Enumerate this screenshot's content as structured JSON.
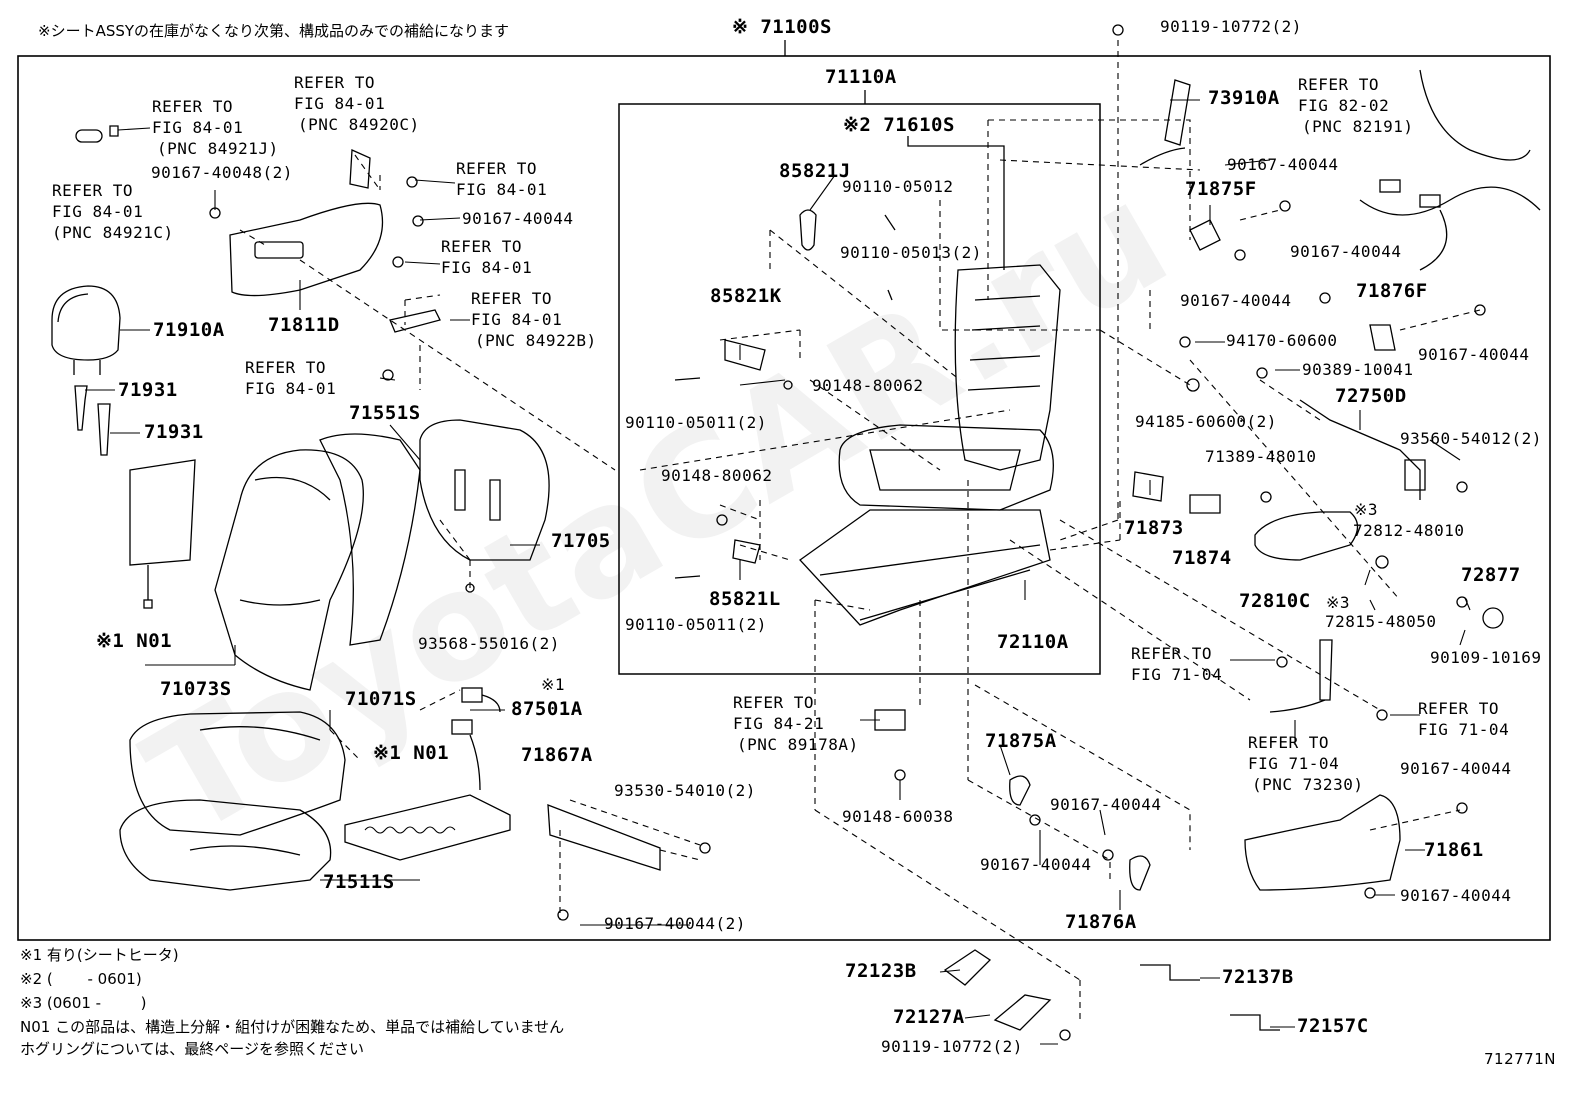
{
  "header": {
    "note": "※シートASSYの在庫がなくなり次第、構成品のみでの補給になります",
    "assembly": "※ 71100S"
  },
  "watermark": "ToyotaCAR.ru",
  "drawing_number": "712771N",
  "footnotes": [
    "※1 有り(シートヒータ)",
    "※2 (　　 - 0601)",
    "※3 (0601 - 　　 )",
    "N01 この部品は、構造上分解・組付けが困難なため、単品では補給していません",
    "ホグリングについては、最終ページを参照ください"
  ],
  "labels": {
    "ref_84921j": [
      "REFER TO",
      "FIG 84-01",
      "(PNC 84921J)"
    ],
    "ref_84920c": [
      "REFER TO",
      "FIG 84-01",
      "(PNC 84920C)"
    ],
    "ref_84921c": [
      "REFER TO",
      "FIG 84-01",
      "(PNC 84921C)"
    ],
    "ref_8401_a": [
      "REFER TO",
      "FIG 84-01"
    ],
    "ref_8401_b": [
      "REFER TO",
      "FIG 84-01"
    ],
    "ref_84922b": [
      "REFER TO",
      "FIG 84-01",
      "(PNC 84922B)"
    ],
    "ref_8401_c": [
      "REFER TO",
      "FIG 84-01"
    ],
    "ref_82191": [
      "REFER TO",
      "FIG 82-02",
      "(PNC 82191)"
    ],
    "ref_89178a": [
      "REFER TO",
      "FIG 84-21",
      "(PNC 89178A)"
    ],
    "ref_7104_a": [
      "REFER TO",
      "FIG 71-04"
    ],
    "ref_7104_b": [
      "REFER TO",
      "FIG 71-04"
    ],
    "ref_73230": [
      "REFER TO",
      "FIG 71-04",
      "(PNC 73230)"
    ],
    "p90167_40048": "90167-40048(2)",
    "p90167_40044_a": "90167-40044",
    "p71910a": "71910A",
    "p71811d": "71811D",
    "p71931_a": "71931",
    "p71931_b": "71931",
    "p71551s": "71551S",
    "p71705": "71705",
    "p93568": "93568-55016(2)",
    "p_n01_a": "※1 N01",
    "p71073s": "71073S",
    "p71071s": "71071S",
    "p87501a_mark": "※1",
    "p87501a": "87501A",
    "p_n01_b": "※1 N01",
    "p71511s": "71511S",
    "p71867a": "71867A",
    "p93530": "93530-54010(2)",
    "p90167_40044_2": "90167-40044(2)",
    "p71110a": "71110A",
    "p71610s": "※2 71610S",
    "p85821j": "85821J",
    "p90110_05012": "90110-05012",
    "p90110_05013": "90110-05013(2)",
    "p85821k": "85821K",
    "p90148_80062_a": "90148-80062",
    "p90110_05011_a": "90110-05011(2)",
    "p90148_80062_b": "90148-80062",
    "p85821l": "85821L",
    "p90110_05011_b": "90110-05011(2)",
    "p72110a": "72110A",
    "p90148_60038": "90148-60038",
    "p90119_top": "90119-10772(2)",
    "p73910a": "73910A",
    "p90167_r1": "90167-40044",
    "p71875f": "71875F",
    "p90167_r2": "90167-40044",
    "p90167_r3": "90167-40044",
    "p71876f": "71876F",
    "p90167_r4": "90167-40044",
    "p94170": "94170-60600",
    "p90389": "90389-10041",
    "p94185": "94185-60600(2)",
    "p72750d": "72750D",
    "p71389": "71389-48010",
    "p93560": "93560-54012(2)",
    "p71873": "71873",
    "p72812_mark": "※3",
    "p72812": "72812-48010",
    "p71874": "71874",
    "p72877": "72877",
    "p72810c": "72810C",
    "p72815_mark": "※3",
    "p72815": "72815-48050",
    "p90109": "90109-10169",
    "p71875a": "71875A",
    "p90167_m1": "90167-40044",
    "p90167_m2": "90167-40044",
    "p71876a": "71876A",
    "p90167_r5": "90167-40044",
    "p71861": "71861",
    "p90167_r6": "90167-40044",
    "p72123b": "72123B",
    "p72127a": "72127A",
    "p90119_bot": "90119-10772(2)",
    "p72137b": "72137B",
    "p72157c": "72157C"
  }
}
